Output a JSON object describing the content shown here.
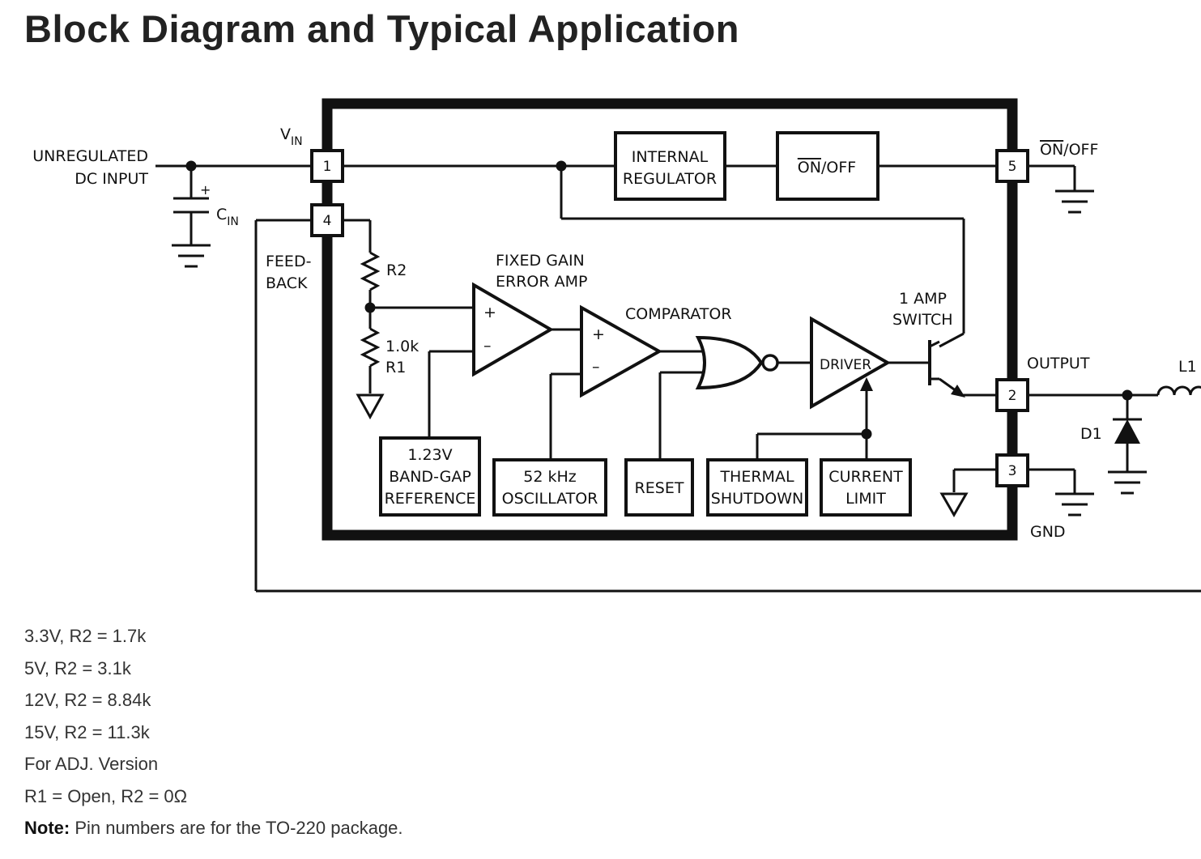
{
  "title": "Block Diagram and Typical Application",
  "diagram": {
    "input_label": [
      "UNREGULATED",
      "DC INPUT"
    ],
    "vin": {
      "main": "V",
      "sub": "IN"
    },
    "cin": {
      "main": "C",
      "sub": "IN"
    },
    "cap_plus": "+",
    "feedback_label": [
      "FEED-",
      "BACK"
    ],
    "r2_label": "R2",
    "r1_labels": [
      "1.0k",
      "R1"
    ],
    "error_amp_label": [
      "FIXED GAIN",
      "ERROR AMP"
    ],
    "comparator_label": "COMPARATOR",
    "plus": "+",
    "minus": "–",
    "switch_label": [
      "1 AMP",
      "SWITCH"
    ],
    "driver": "DRIVER",
    "internal_regulator": [
      "INTERNAL",
      "REGULATOR"
    ],
    "onoff_block": {
      "bar": "ON",
      "rest": "/OFF"
    },
    "onoff_pin_label": {
      "bar": "ON",
      "rest": "/OFF"
    },
    "bandgap": [
      "1.23V",
      "BAND-GAP",
      "REFERENCE"
    ],
    "oscillator": [
      "52 kHz",
      "OSCILLATOR"
    ],
    "reset": "RESET",
    "thermal": [
      "THERMAL",
      "SHUTDOWN"
    ],
    "current_limit": [
      "CURRENT",
      "LIMIT"
    ],
    "output_label": "OUTPUT",
    "gnd_label": "GND",
    "l1_label": "L1",
    "d1_label": "D1",
    "pins": {
      "p1": "1",
      "p2": "2",
      "p3": "3",
      "p4": "4",
      "p5": "5"
    }
  },
  "notes": [
    "3.3V, R2 = 1.7k",
    "5V, R2 = 3.1k",
    "12V, R2 = 8.84k",
    "15V, R2 = 11.3k",
    "For ADJ. Version",
    "R1 = Open, R2 = 0Ω"
  ],
  "note": {
    "label": "Note:",
    "text": " Pin numbers are for the TO-220 package."
  }
}
